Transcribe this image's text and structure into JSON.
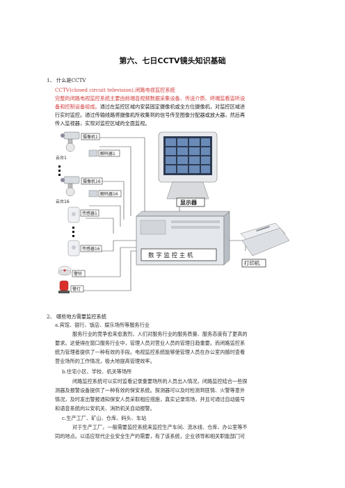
{
  "title": "第六、七日CCTV镜头知识基础",
  "section1": {
    "heading": "1、 什么是CCTV",
    "red_line1": "CCTV(closed circuit television),闭路电视监控系统",
    "red_line2": "完整的闭路电视监控系统主要由前端音视频数据采集设备、传送介质、终端监看监听设",
    "red_line3a": "备和控制设备组成。",
    "line3b": "通过在监控区域内安装固定摄像机或全方位摄像机，对监控区域进",
    "line4": "行实时监控。通过传输线路将摄像机所收集到的信号传至图像分配器或放大器，然后再",
    "line5": "传入监视器，实现对监控区域的全面监视。"
  },
  "diagram": {
    "camera1": "摄像机1",
    "ptz1": "云台1",
    "decoder1": "解码器1",
    "camera16": "摄像机16",
    "decoder16": "解码器16",
    "ptz16": "云台16",
    "sensor1": "传感器1",
    "sensor16": "传感器16",
    "alarm": "警铃",
    "warnlight": "警灯",
    "display": "显示器",
    "host": "数 字 监 控 主 机",
    "printer": "打印机"
  },
  "section2": {
    "heading": "2、 哪些地方需要监控系统",
    "a_title": "a.宾馆、银行、饭店、娱乐场所等服务行业",
    "a_l1": "服务行业的竞争愈来愈激烈，人们对服务行业的服务质量、服务态度有了更高的",
    "a_l2": "要求。这使得在窗口服务行业中，管理人员对营业人员的管理日趋重要。而闭路监控系",
    "a_l3": "统为管理者提供了一种有效的手段。电视监控系统能够使管理人员在办公室内随时查看",
    "a_l4": "营业场所的工作情况，极大地提高管理效率。",
    "b_title": "b.住宅小区、学校、机关等场所",
    "b_l1": "闭路监控系统可以实时监看记录重要场所的人员出入情况，闭路监控结合一些探",
    "b_l2": "测器及报警设备提供了一种有效的保安系统。探测器可以及时检测到匪情、火警等意外",
    "b_l3": "情况，及时发出警报通知保安人员采取相应措施，真实记录现场，并且可通过自动拨号",
    "b_l4": "和语音系统向公安机关、消防机关自动报警。",
    "c_title": "c.生产工厂、矿山、仓库、码头、车站",
    "c_l1": "对于生产工厂，一般需要监控系统来监控生产车间、流水线、仓库、办公室等不",
    "c_l2": "同的地点。以适应现代企业安全生产的需要，有了该系统，企业领导和相关职能部门可"
  }
}
